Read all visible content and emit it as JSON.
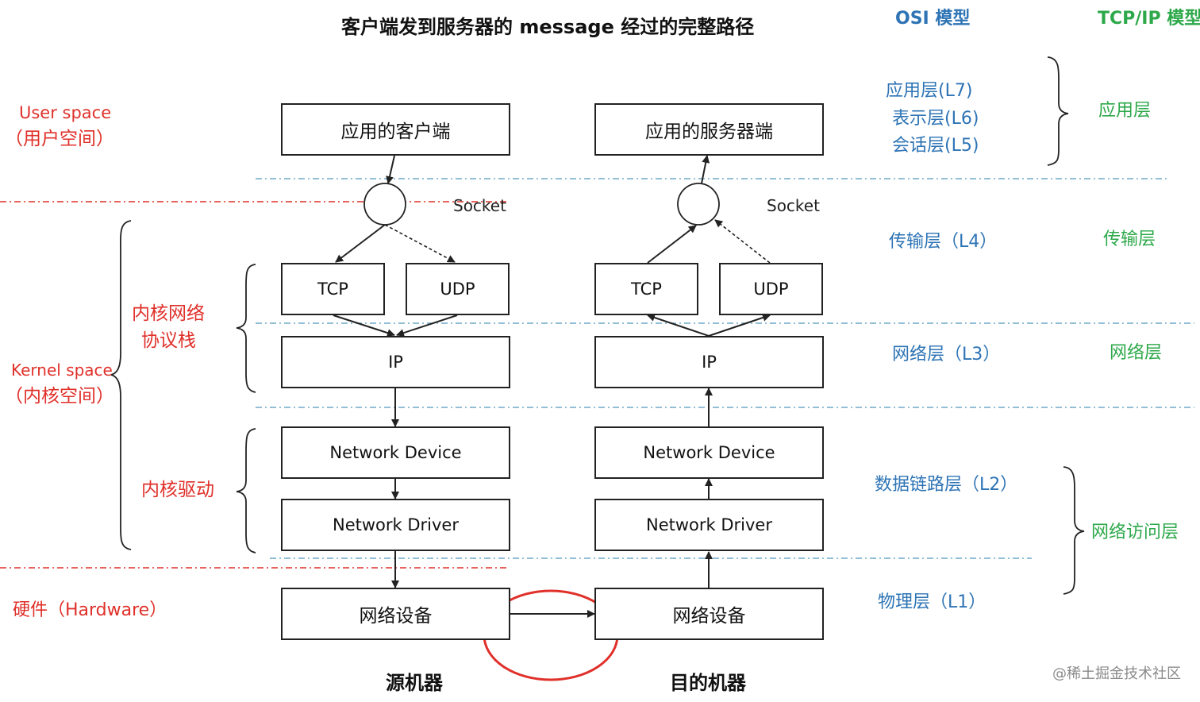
{
  "title": "客户端发到服务器的 message 经过的完整路径",
  "headers": {
    "osi": "OSI 模型",
    "tcpip": "TCP/IP 模型"
  },
  "left_labels": {
    "user_space": "User space",
    "user_space_cn": "（用户空间）",
    "kernel_space": "Kernel space",
    "kernel_space_cn": "（内核空间）",
    "stack_1": "内核网络",
    "stack_2": "协议栈",
    "driver": "内核驱动",
    "hardware": "硬件（Hardware）"
  },
  "client": {
    "app": "应用的客户端",
    "socket": "Socket",
    "tcp": "TCP",
    "udp": "UDP",
    "ip": "IP",
    "device": "Network Device",
    "driver": "Network Driver",
    "hw": "网络设备",
    "label": "源机器"
  },
  "server": {
    "app": "应用的服务器端",
    "socket": "Socket",
    "tcp": "TCP",
    "udp": "UDP",
    "ip": "IP",
    "device": "Network Device",
    "driver": "Network Driver",
    "hw": "网络设备",
    "label": "目的机器"
  },
  "osi_layers": {
    "l7": "应用层(L7)",
    "l6": "表示层(L6)",
    "l5": "会话层(L5)",
    "l4": "传输层（L4）",
    "l3": "网络层（L3）",
    "l2": "数据链路层（L2）",
    "l1": "物理层（L1）"
  },
  "tcpip_layers": {
    "app": "应用层",
    "transport": "传输层",
    "network": "网络层",
    "access": "网络访问层"
  },
  "watermark": "@稀土掘金技术社区",
  "colors": {
    "red": "#e0302a",
    "blue": "#2e74b5",
    "green": "#2da84a",
    "line": "#222222",
    "sep": "#6fa8c8"
  }
}
